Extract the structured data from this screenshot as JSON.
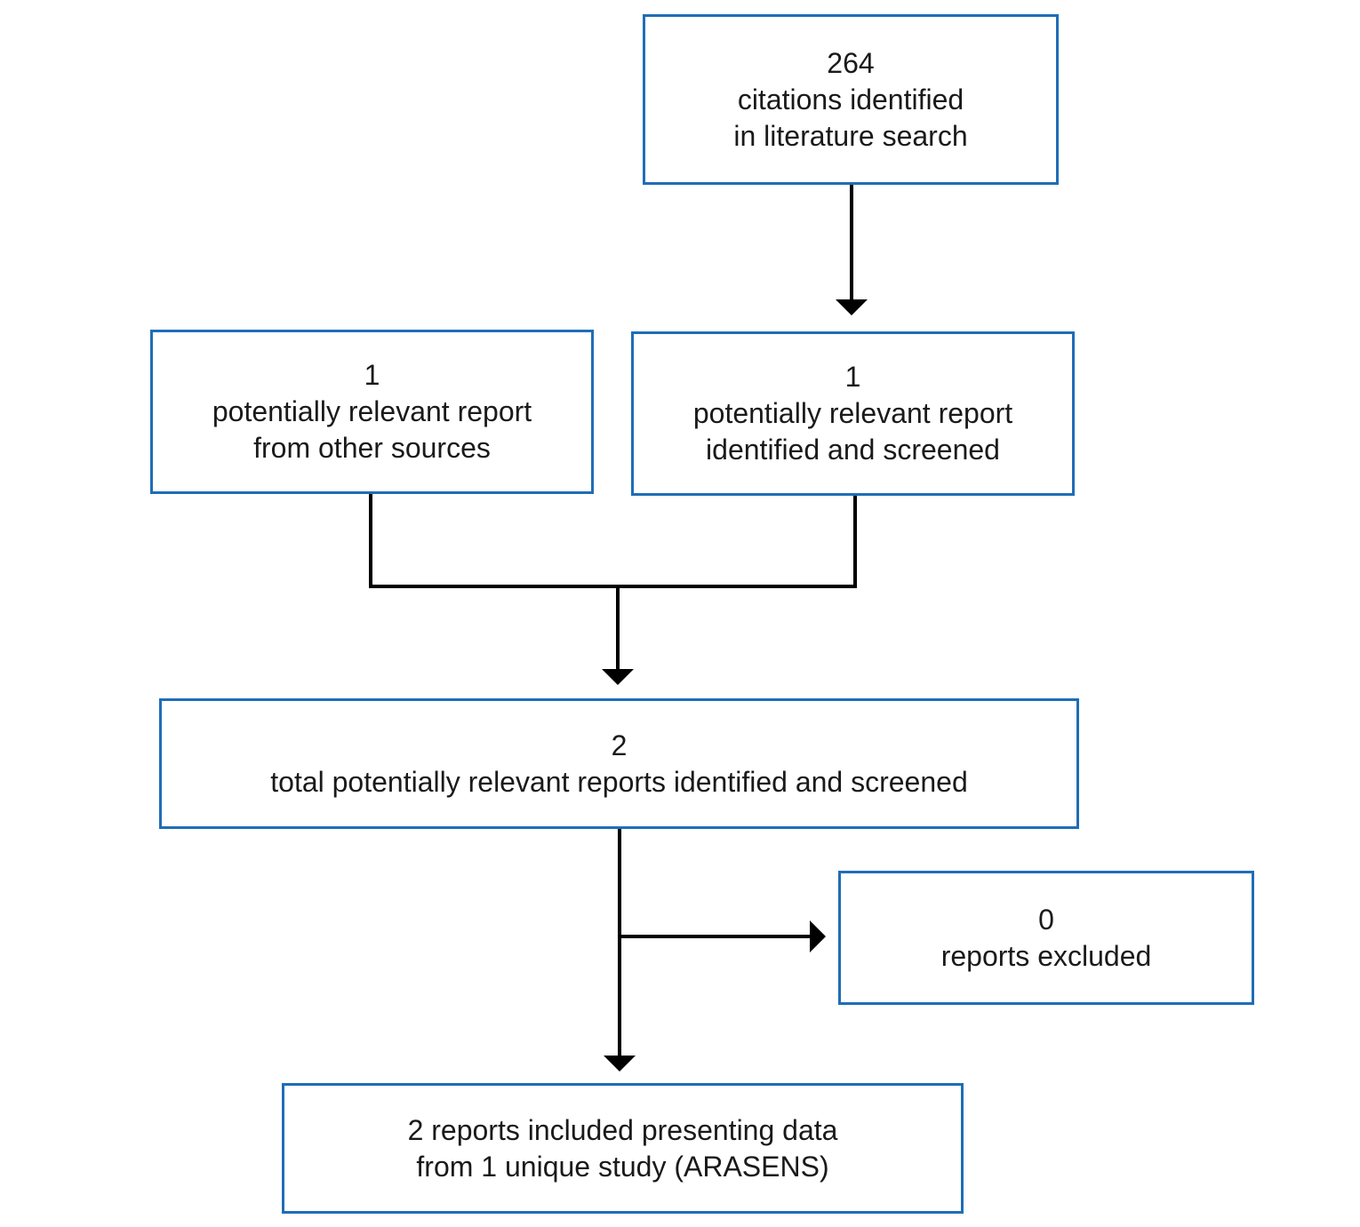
{
  "boxes": {
    "literature_search": {
      "count": "264",
      "line1": "citations identified",
      "line2": "in literature search"
    },
    "other_sources": {
      "count": "1",
      "line1": "potentially relevant report",
      "line2": "from other sources"
    },
    "identified_screened": {
      "count": "1",
      "line1": "potentially relevant report",
      "line2": "identified and screened"
    },
    "total_screened": {
      "count": "2",
      "line1": "total potentially relevant reports identified and screened"
    },
    "excluded": {
      "count": "0",
      "line1": "reports excluded"
    },
    "included": {
      "line1": "2 reports included presenting data",
      "line2": "from 1 unique study (ARASENS)"
    }
  },
  "colors": {
    "box_border": "#1f6db7",
    "connector": "#000000"
  }
}
